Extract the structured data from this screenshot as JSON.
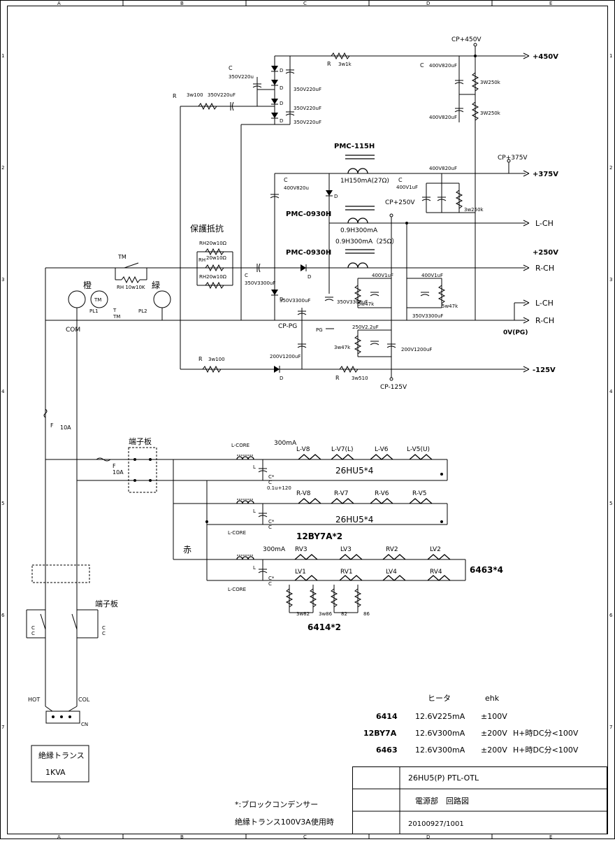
{
  "border": {
    "cols": [
      "A",
      "B",
      "C",
      "D",
      "E"
    ],
    "rows": [
      "1",
      "2",
      "3",
      "4",
      "5",
      "6",
      "7"
    ]
  },
  "transformers": {
    "pmc115": "PMC-115H",
    "pmc115_spec": "1H150mA(27Ω)",
    "pmc0930_a": "PMC-0930H",
    "pmc0930_a_spec": "0.9H300mA",
    "pmc0930_b": "PMC-0930H",
    "pmc0930_b_spec": "0.9H300mA（25Ω）"
  },
  "rails": {
    "cp450": "CP+450V",
    "p450": "+450V",
    "cp375": "CP+375V",
    "p375": "+375V",
    "cp250": "CP+250V",
    "p250": "+250V",
    "lch1": "L-CH",
    "rch1": "R-CH",
    "lch2": "L-CH",
    "rch2": "R-CH",
    "zero": "0V(PG)",
    "cppg": "CP-PG",
    "pg": "PG",
    "m125": "-125V",
    "cpm125": "CP-125V"
  },
  "upper_parts": {
    "r3w1k": "3w1k",
    "r_top": "R",
    "c_top": "C",
    "c350_220u": "350V220u",
    "c350_220uf_a": "350V220uF",
    "c350_220uf_b": "350V220uF",
    "c350_220uf_c": "350V220uF",
    "r3w100": "3w100",
    "c400_820_a": "400V820uF",
    "c400_820_b": "400V820uF",
    "r3w250k_a": "3W250k",
    "r3w250k_b": "3W250k",
    "c400_820u": "400V820u",
    "c400_820uf_c": "400V820uF",
    "c400_1uf": "400V1uF",
    "r3w250k_c": "3w250k",
    "hogo": "保護抵抗",
    "rh20w10a": "RH20w10Ω",
    "rh20w10b": "20w10Ω",
    "rh20w10c": "RH20w10Ω",
    "rh": "RH",
    "tm": "TM",
    "rh10w10k": "RH  10w10K",
    "c350_3300_a": "350V3300uF",
    "c350_3300_b": "350V3300uF",
    "c350_3300_c": "350V3300uF",
    "c350_3300_d": "350V3300uF",
    "c400_1uf_b": "400V1uF",
    "c400_1uf_c": "400V1uF",
    "r5w47k_a": "5w47k",
    "r5w47k_b": "5w47k",
    "orange": "橙",
    "green": "緑",
    "tm_lamp": "TM",
    "pl1": "PL1",
    "pl2": "PL2",
    "t_label": "T",
    "tm_label2": "TM",
    "com": "COM",
    "c200_1200_a": "200V1200uF",
    "c250_2_2": "250V2.2uF",
    "r3w47k": "3w47k",
    "c200_1200_b": "200V1200uF",
    "r3w100_b": "3w100",
    "r3w510": "3w510",
    "d": "D"
  },
  "heater": {
    "fuse_f": "F",
    "fuse_10a": "10A",
    "fuse2_f": "F",
    "fuse2_10a": "10A",
    "tanshi1": "端子板",
    "tanshi2": "端子板",
    "lcore": "L-CORE",
    "l": "L",
    "c_star": "C*",
    "c": "C",
    "c_val": "0.1u+120",
    "ma300_a": "300mA",
    "ma300_b": "300mA",
    "row1": [
      "L-V8",
      "L-V7(L)",
      "L-V6",
      "L-V5(U)"
    ],
    "row1_label": "26HU5*4",
    "row2": [
      "R-V8",
      "R-V7",
      "R-V6",
      "R-V5"
    ],
    "row2_label": "26HU5*4",
    "label_12by7a": "12BY7A*2",
    "aka": "赤",
    "row3": [
      "RV3",
      "LV3",
      "RV2",
      "LV2"
    ],
    "row4": [
      "LV1",
      "RV1",
      "LV4",
      "RV4"
    ],
    "label_6463": "6463*4",
    "label_6414": "6414*2",
    "r_vals": [
      "3w82",
      "3w86",
      "82",
      "86"
    ],
    "hot": "HOT",
    "col": "COL",
    "cn": "CN",
    "iso_title": "絶縁トランス",
    "iso_kva": "1KVA"
  },
  "spec_table": {
    "head_heater": "ヒータ",
    "head_ehk": "ehk",
    "rows": [
      {
        "tube": "6414",
        "heater": "12.6V225mA",
        "ehk": "±100V",
        "note": ""
      },
      {
        "tube": "12BY7A",
        "heater": "12.6V300mA",
        "ehk": "±200V",
        "note": "H+時DC分<100V"
      },
      {
        "tube": "6463",
        "heater": "12.6V300mA",
        "ehk": "±200V",
        "note": "H+時DC分<100V"
      }
    ]
  },
  "notes": {
    "block": "*:ブロックコンデンサー",
    "iso": "絶縁トランス100V3A使用時"
  },
  "title_block": {
    "name": "26HU5(P) PTL-OTL",
    "section": "電源部　回路図",
    "date": "20100927/1001"
  }
}
